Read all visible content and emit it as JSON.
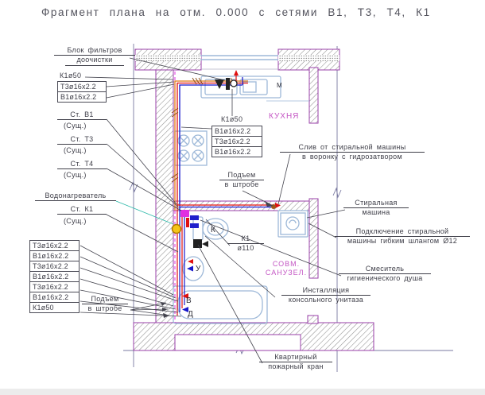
{
  "title": "Фрагмент плана на отм. 0.000 с сетями  В1, Т3, Т4, К1",
  "rooms": {
    "kitchen": "КУХНЯ",
    "bath_line1": "СОВМ.",
    "bath_line2": "САНУЗЕЛ."
  },
  "left_column": {
    "filter_block_line1": "Блок фильтров",
    "filter_block_line2": "доочистки",
    "k1_50": "К1ø50",
    "top_stack": [
      "Т3ø16х2.2",
      "В1ø16х2.2"
    ],
    "riser_v1": "Ст. В1",
    "riser_t3": "Ст. Т3",
    "riser_t4": "Ст. Т4",
    "riser_k1": "Ст. К1",
    "existing": "(Сущ.)",
    "water_heater": "Водонагреватель",
    "bottom_stack": [
      "Т3ø16х2.2",
      "В1ø16х2.2",
      "Т3ø16х2.2",
      "В1ø16х2.2",
      "Т3ø16х2.2",
      "В1ø16х2.2",
      "К1ø50"
    ],
    "rise_line1": "Подъем",
    "rise_line2": "в штробе"
  },
  "center": {
    "k1_50": "К1ø50",
    "stack": [
      "В1ø16х2.2",
      "Т3ø16х2.2",
      "В1ø16х2.2"
    ],
    "rise_line1": "Подъем",
    "rise_line2": "в штробе",
    "k1_pipe_num": "К1",
    "k1_pipe_dia": "ø110"
  },
  "right_column": {
    "drain_line1": "Слив от стиральной машины",
    "drain_line2": "в воронку с гидрозатвором",
    "washer_line1": "Стиральная",
    "washer_line2": "машина",
    "washer_conn_line1": "Подключение стиральной",
    "washer_conn_line2": "машины гибким шлангом Ø12",
    "mixer_line1": "Смеситель",
    "mixer_line2": "гигиенического душа",
    "toilet_line1": "Инсталляция",
    "toilet_line2": "консольного унитаза",
    "fire_line1": "Квартирный",
    "fire_line2": "пожарный кран"
  },
  "fixture_letters": {
    "toilet": "К",
    "washbasin": "У",
    "bath": "В",
    "shower": "Д",
    "faucet": "М"
  },
  "colors": {
    "pipe_cold_b1": "#1515cc",
    "pipe_hot_t3": "#e01010",
    "pipe_t4": "#e07818",
    "heater_leader": "#2ab8a8",
    "wall_outline": "#9a3fa8",
    "insulation_dashed": "#e030e0",
    "fixture_blue": "#9db8d8",
    "room_label": "#c455c4",
    "leader": "#44444e",
    "grid_axis": "#7878a0",
    "heater_point": "#f5c518"
  }
}
